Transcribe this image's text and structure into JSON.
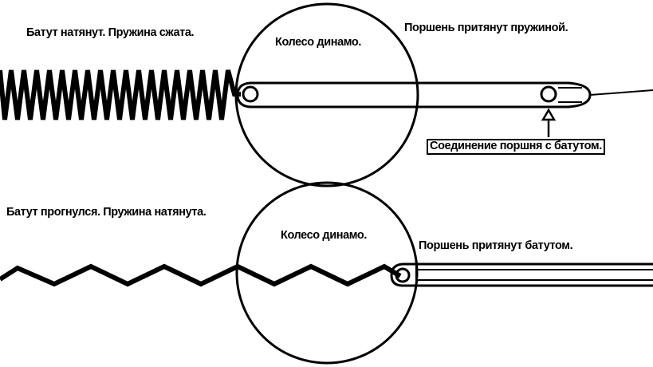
{
  "top": {
    "left_caption": "Батут натянут. Пружина сжата.",
    "wheel_label": "Колесо динамо.",
    "right_caption": "Поршень притянут пружиной.",
    "connection_label": "Соединение поршня с батутом."
  },
  "bottom": {
    "left_caption": "Батут прогнулся. Пружина натянута.",
    "wheel_label": "Колесо динамо.",
    "right_caption": "Поршень притянут батутом."
  },
  "colors": {
    "ink": "#000000",
    "paper": "#ffffff"
  }
}
